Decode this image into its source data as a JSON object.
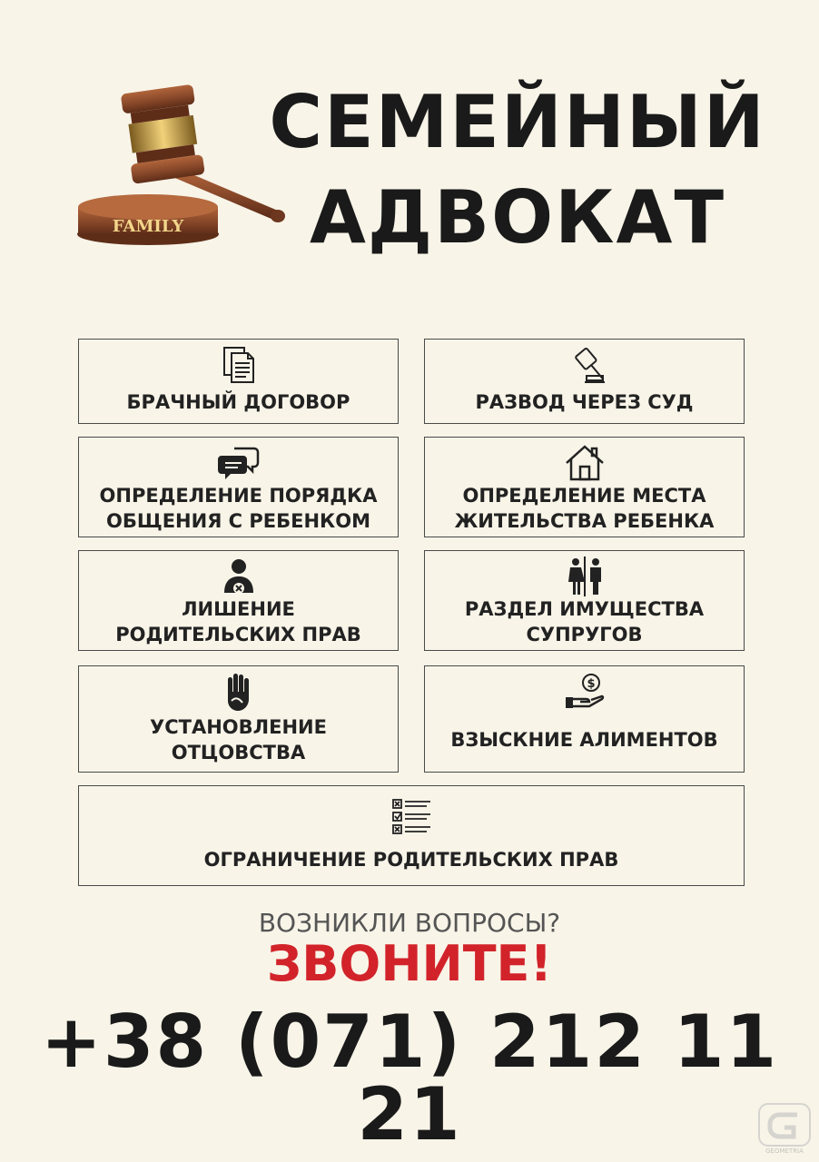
{
  "header": {
    "title_line1": "СЕМЕЙНЫЙ",
    "title_line2": "АДВОКАТ",
    "logo_text": "FAMILY"
  },
  "services": [
    {
      "label": "БРАЧНЫЙ ДОГОВОР",
      "icon": "document-icon"
    },
    {
      "label": "РАЗВОД ЧЕРЕЗ СУД",
      "icon": "gavel-icon"
    },
    {
      "label": "ОПРЕДЕЛЕНИЕ ПОРЯДКА\nОБЩЕНИЯ С РЕБЕНКОМ",
      "icon": "chat-bubbles-icon"
    },
    {
      "label": "ОПРЕДЕЛЕНИЕ МЕСТА\nЖИТЕЛЬСТВА РЕБЕНКА",
      "icon": "house-icon"
    },
    {
      "label": "ЛИШЕНИЕ\nРОДИТЕЛЬСКИХ ПРАВ",
      "icon": "person-remove-icon"
    },
    {
      "label": "РАЗДЕЛ ИМУЩЕСТВА\nСУПРУГОВ",
      "icon": "couple-icon"
    },
    {
      "label": "УСТАНОВЛЕНИЕ\nОТЦОВСТВА",
      "icon": "handprint-icon"
    },
    {
      "label": "ВЗЫСКНИЕ АЛИМЕНТОВ",
      "icon": "money-hand-icon"
    },
    {
      "label": "ОГРАНИЧЕНИЕ РОДИТЕЛЬСКИХ ПРАВ",
      "icon": "checklist-icon"
    }
  ],
  "cta": {
    "question": "ВОЗНИКЛИ ВОПРОСЫ?",
    "call": "ЗВОНИТЕ!",
    "phone": "+38 (071) 212 11 21"
  },
  "watermark": {
    "text": "GEOMETRIA"
  },
  "colors": {
    "background": "#f8f4e8",
    "accent": "#d2232a",
    "text": "#1a1a1a",
    "wood": "#8b4a2b",
    "gold": "#c9a24a"
  }
}
